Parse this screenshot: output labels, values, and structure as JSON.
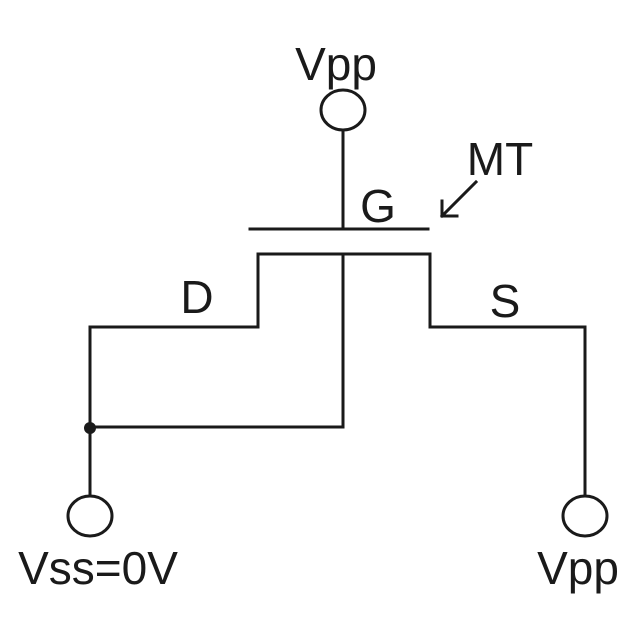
{
  "labels": {
    "gate_supply": "Vpp",
    "gate": "G",
    "transistor": "MT",
    "drain": "D",
    "source": "S",
    "ground_supply": "Vss=0V",
    "source_supply": "Vpp"
  },
  "colors": {
    "line": "#1a1a1a",
    "background": "#ffffff"
  }
}
